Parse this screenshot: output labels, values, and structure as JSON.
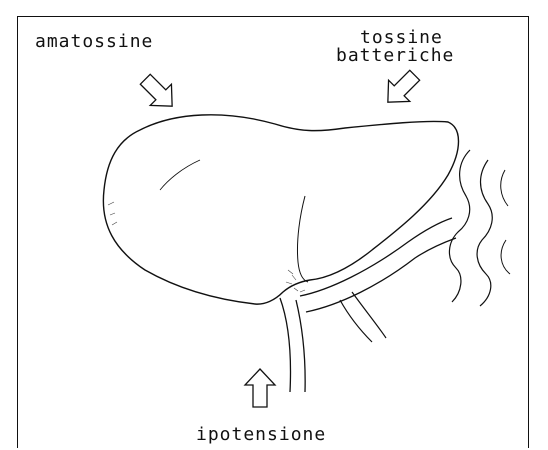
{
  "labels": {
    "amatoxins": "amatossine",
    "bacterial_toxins_line1": "tossine",
    "bacterial_toxins_line2": "batteriche",
    "hypotension": "ipotensione"
  }
}
